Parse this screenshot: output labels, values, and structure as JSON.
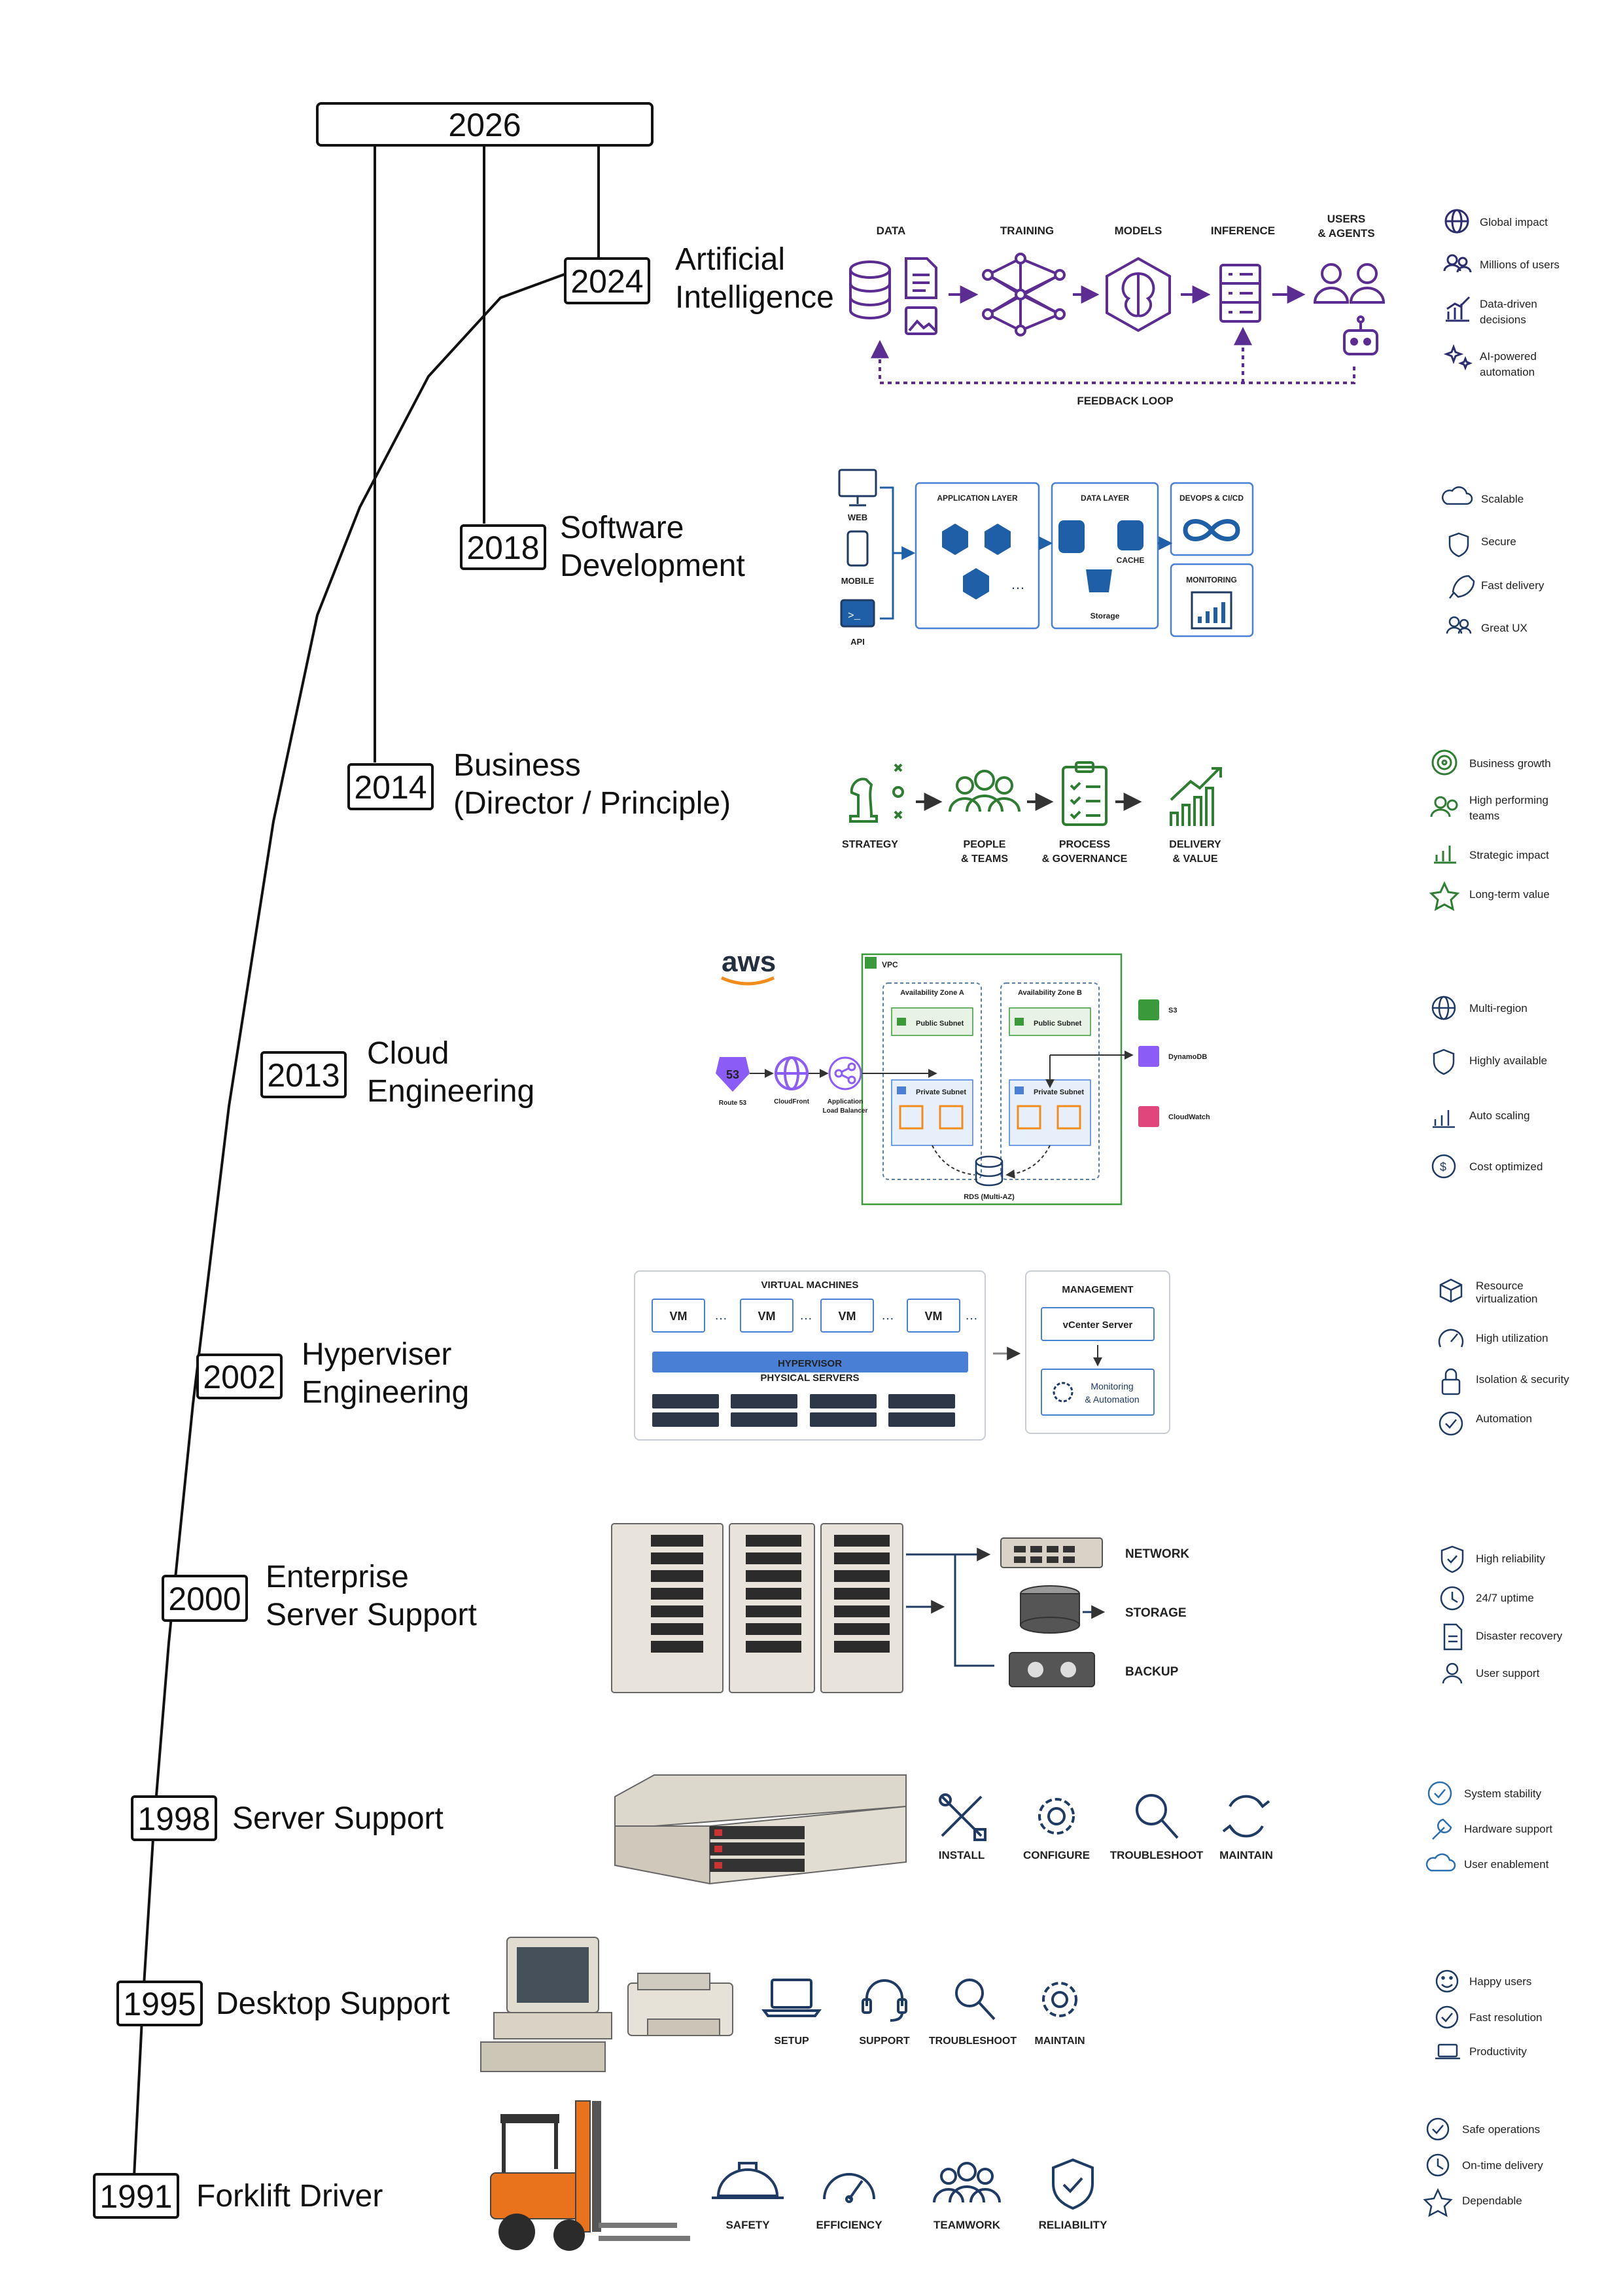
{
  "top_year": "2026",
  "stages": [
    {
      "year": "2024",
      "title": [
        "Artificial",
        "Intelligence"
      ],
      "steps": [
        "DATA",
        "TRAINING",
        "MODELS",
        "INFERENCE",
        "USERS",
        "& AGENTS"
      ],
      "loop": "FEEDBACK LOOP",
      "benefits": [
        "Global impact",
        "Millions of users",
        "Data-driven",
        "decisions",
        "AI-powered",
        "automation"
      ]
    },
    {
      "year": "2018",
      "title": [
        "Software",
        "Development"
      ],
      "clients": [
        "WEB",
        "MOBILE",
        "API"
      ],
      "layers": [
        "APPLICATION LAYER",
        "DATA LAYER",
        "CACHE",
        "Storage",
        "DEVOPS & CI/CD",
        "MONITORING"
      ],
      "benefits": [
        "Scalable",
        "Secure",
        "Fast delivery",
        "Great UX"
      ]
    },
    {
      "year": "2014",
      "title": [
        "Business",
        "(Director / Principle)"
      ],
      "steps": [
        "STRATEGY",
        "PEOPLE",
        "& TEAMS",
        "PROCESS",
        "& GOVERNANCE",
        "DELIVERY",
        "& VALUE"
      ],
      "benefits": [
        "Business growth",
        "High performing",
        "teams",
        "Strategic impact",
        "Long-term value"
      ]
    },
    {
      "year": "2013",
      "title": [
        "Cloud",
        "Engineering"
      ],
      "logo": "aws",
      "labels": [
        "VPC",
        "Availability Zone A",
        "Availability Zone B",
        "Public Subnet",
        "Private Subnet",
        "Route 53",
        "CloudFront",
        "Application",
        "Load Balancer",
        "S3",
        "DynamoDB",
        "CloudWatch",
        "RDS (Multi-AZ)",
        "53"
      ],
      "benefits": [
        "Multi-region",
        "Highly available",
        "Auto scaling",
        "Cost optimized"
      ]
    },
    {
      "year": "2002",
      "title": [
        "Hyperviser",
        "Engineering"
      ],
      "labels": [
        "VIRTUAL MACHINES",
        "VM",
        "HYPERVISOR",
        "PHYSICAL SERVERS",
        "MANAGEMENT",
        "vCenter Server",
        "Monitoring",
        "& Automation"
      ],
      "benefits": [
        "Resource",
        "virtualization",
        "High utilization",
        "Isolation & security",
        "Automation"
      ]
    },
    {
      "year": "2000",
      "title": [
        "Enterprise",
        "Server Support"
      ],
      "labels": [
        "NETWORK",
        "STORAGE",
        "BACKUP"
      ],
      "benefits": [
        "High reliability",
        "24/7 uptime",
        "Disaster recovery",
        "User support"
      ]
    },
    {
      "year": "1998",
      "title": [
        "Server Support"
      ],
      "steps": [
        "INSTALL",
        "CONFIGURE",
        "TROUBLESHOOT",
        "MAINTAIN"
      ],
      "benefits": [
        "System stability",
        "Hardware support",
        "User enablement"
      ]
    },
    {
      "year": "1995",
      "title": [
        "Desktop Support"
      ],
      "steps": [
        "SETUP",
        "SUPPORT",
        "TROUBLESHOOT",
        "MAINTAIN"
      ],
      "benefits": [
        "Happy users",
        "Fast resolution",
        "Productivity"
      ]
    },
    {
      "year": "1991",
      "title": [
        "Forklift Driver"
      ],
      "steps": [
        "SAFETY",
        "EFFICIENCY",
        "TEAMWORK",
        "RELIABILITY"
      ],
      "benefits": [
        "Safe operations",
        "On-time delivery",
        "Dependable"
      ]
    }
  ],
  "colors": {
    "ai": "#5b2c91",
    "software": "#1f5fa8",
    "business": "#2e7d32",
    "cloud_green": "#3a9a3a",
    "cloud_purple": "#8b5cf6",
    "cloud_orange": "#f28c1a",
    "hyper_blue": "#4a7fd6",
    "navy": "#1f3b63"
  }
}
